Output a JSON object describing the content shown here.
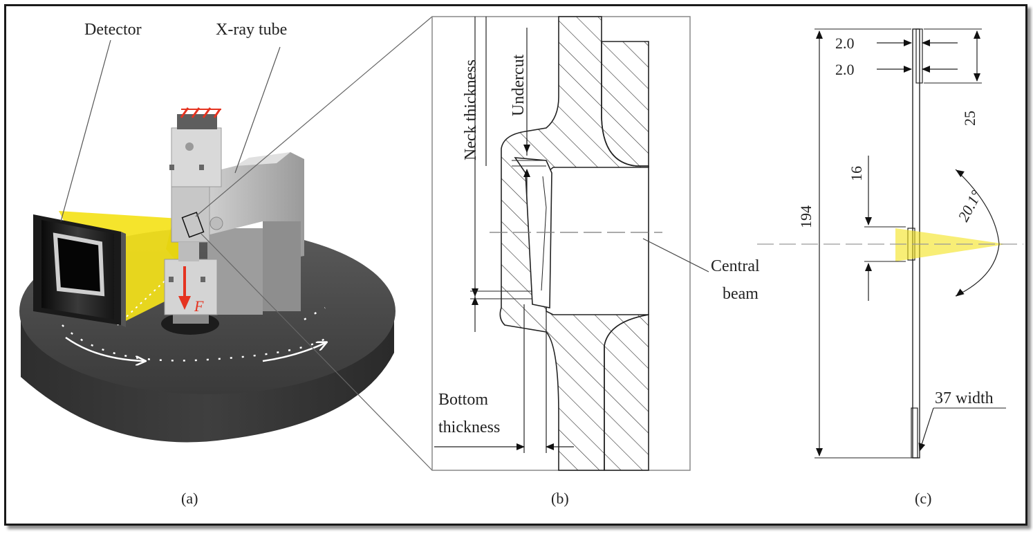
{
  "panel_a": {
    "label_detector": "Detector",
    "label_xray_tube": "X-ray tube",
    "force_symbol": "F",
    "caption": "(a)"
  },
  "panel_b": {
    "label_neck_thickness": "Neck thickness",
    "label_undercut": "Undercut",
    "label_bottom_thickness_1": "Bottom",
    "label_bottom_thickness_2": "thickness",
    "label_central_beam_1": "Central",
    "label_central_beam_2": "beam",
    "caption": "(b)"
  },
  "panel_c": {
    "dim_top_1": "2.0",
    "dim_top_2": "2.0",
    "dim_25": "25",
    "dim_16": "16",
    "dim_194": "194",
    "dim_angle": "20.1°",
    "label_width": "37 width",
    "caption": "(c)"
  },
  "colors": {
    "beam_yellow": "#f4e21a",
    "arrow_red": "#e53320",
    "platform_dark": "#3c3c3c",
    "hatch_line": "#2a2a2a"
  }
}
